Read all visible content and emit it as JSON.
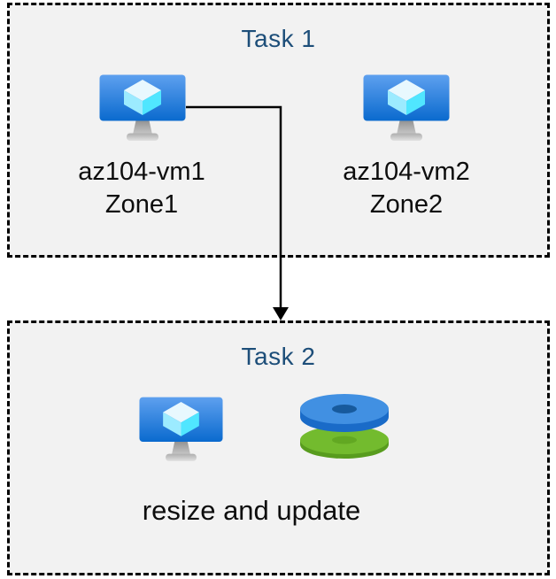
{
  "diagram": {
    "task1": {
      "title": "Task 1",
      "vms": [
        {
          "name": "az104-vm1",
          "zone": "Zone1",
          "icon": "virtual-machine-icon"
        },
        {
          "name": "az104-vm2",
          "zone": "Zone2",
          "icon": "virtual-machine-icon"
        }
      ]
    },
    "task2": {
      "title": "Task 2",
      "caption": "resize and update",
      "icons": [
        "virtual-machine-icon",
        "managed-disks-icon"
      ]
    },
    "connector": {
      "from": "az104-vm1",
      "to": "Task 2",
      "shape": "elbow-arrow-down"
    },
    "colors": {
      "box_background": "#f2f2f2",
      "box_border": "#000000",
      "title_text": "#1d4e79",
      "label_text": "#0d0d0d",
      "arrow": "#000000",
      "vm_screen_gradient_top": "#5ea0ef",
      "vm_screen_gradient_bottom": "#0a6ace",
      "vm_cube_top": "#e8f8fe",
      "vm_cube_left": "#9cebff",
      "vm_cube_right": "#50e6ff",
      "vm_stand_gray": "#a3a3a3",
      "disk_blue_top": "#4190e2",
      "disk_blue_side": "#1a6bc8",
      "disk_blue_hole": "#175a9d",
      "disk_green_top": "#73bb2e",
      "disk_green_side": "#589c1e",
      "disk_green_hole": "#62a822"
    }
  }
}
